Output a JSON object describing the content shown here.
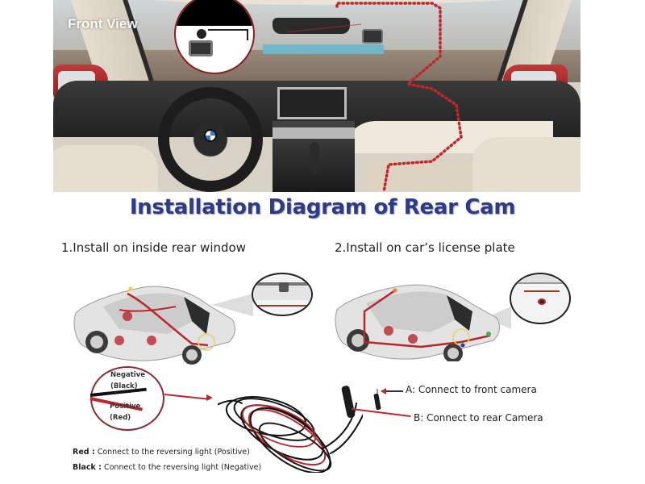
{
  "front_panel": {
    "label": "Front View"
  },
  "title": "Installation Diagram of Rear Cam",
  "steps": [
    {
      "label": "1.Install on inside rear window"
    },
    {
      "label": "2.Install on car’s license plate"
    }
  ],
  "wire_callout": {
    "negative_label": "Negative",
    "negative_color": "(Black)",
    "positive_label": "Positive",
    "positive_color": "(Red)"
  },
  "connectors": [
    {
      "id": "A",
      "label": "A:  Connect to front camera"
    },
    {
      "id": "B",
      "label": "B:  Connect to rear Camera"
    }
  ],
  "legend": [
    {
      "key": "Red :",
      "text": " Connect to the reversing light (Positive)"
    },
    {
      "key": "Black :",
      "text": " Connect to the reversing light (Negative)"
    }
  ],
  "colors": {
    "title": "#2f3b87",
    "wire_red": "#c0272d",
    "wire_black": "#111111",
    "route_dots": "#c0272d"
  }
}
